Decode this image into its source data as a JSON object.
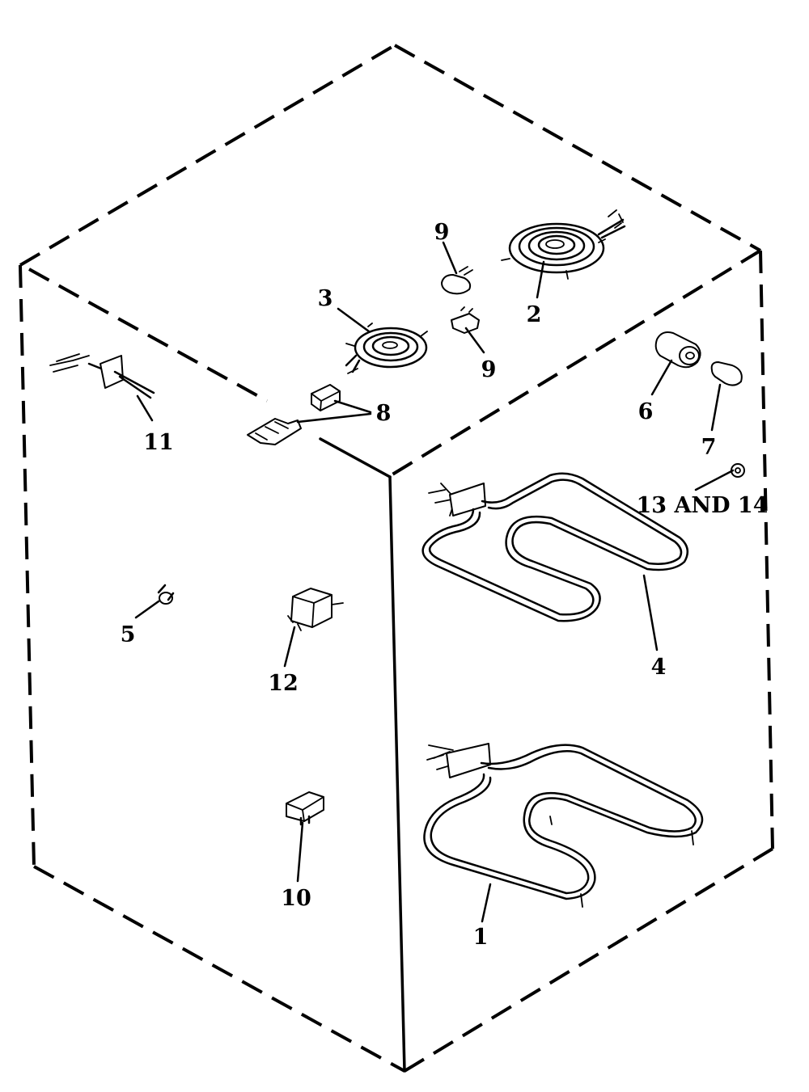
{
  "callouts": {
    "c1": "1",
    "c2": "2",
    "c3": "3",
    "c4": "4",
    "c5": "5",
    "c6": "6",
    "c7": "7",
    "c8": "8",
    "c9a": "9",
    "c9b": "9",
    "c10": "10",
    "c11": "11",
    "c12": "12",
    "c13_14": "13 AND 14"
  }
}
